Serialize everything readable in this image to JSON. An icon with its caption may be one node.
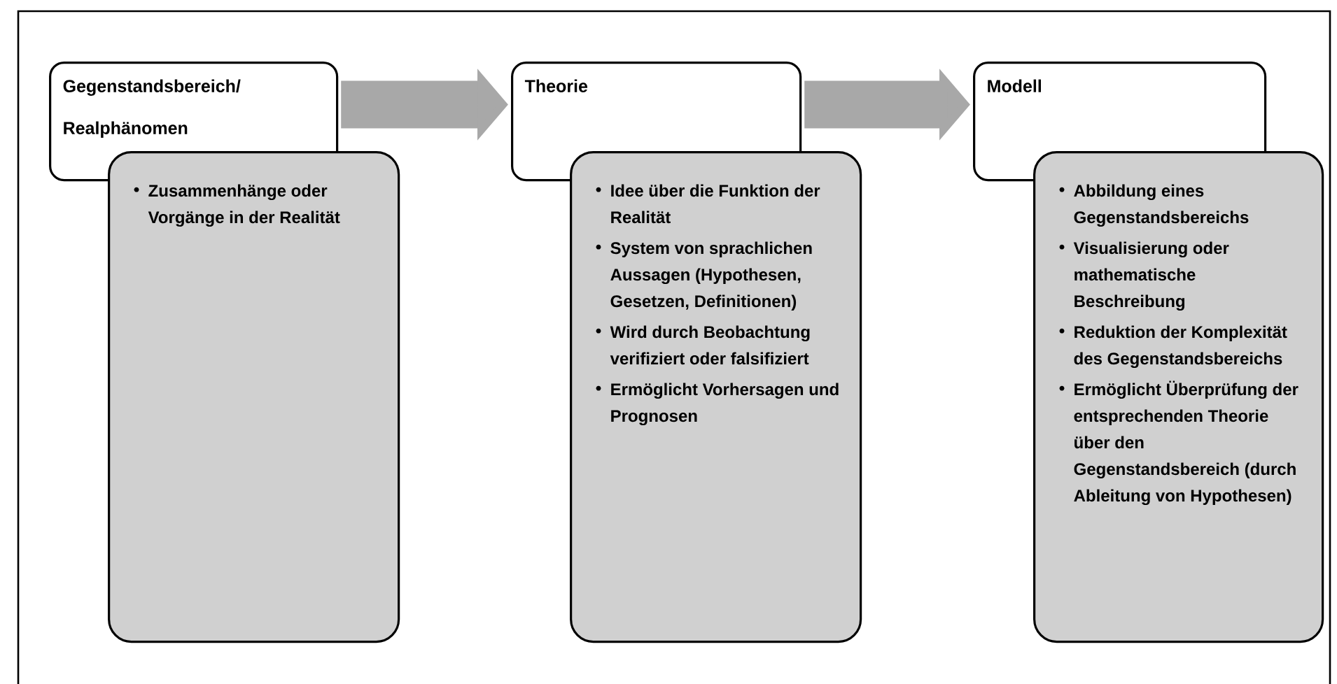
{
  "diagram": {
    "nodes": [
      {
        "text": [
          "Gegenstandsbereich/ Realphänomen"
        ]
      },
      {
        "text": [
          "Zusammenhänge oder Vorgänge in der Realität"
        ]
      },
      {
        "text": [
          "Theorie"
        ]
      },
      {
        "text": [
          "Idee über die Funktion der Realität",
          "System von sprachlichen Aussagen (Hypothesen, Gesetzen, Definitionen)",
          "Wird durch Beobachtung verifiziert oder falsifiziert",
          "Ermöglicht Vorhersagen und Prognosen"
        ]
      },
      {
        "text": [
          "Modell"
        ]
      },
      {
        "text": [
          "Abbildung eines Gegenstandsbereichs",
          "Visualisierung oder mathematische Beschreibung",
          "Reduktion der Komplexität des Gegenstandsbereichs",
          "Ermöglicht Überprüfung der entsprechenden Theorie über den Gegenstandsbereich (durch Ableitung von Hypothesen)"
        ]
      }
    ],
    "edges": [
      {
        "from": 0,
        "to": 2,
        "arrow": "to"
      },
      {
        "from": 2,
        "to": 4,
        "arrow": "to"
      }
    ]
  }
}
